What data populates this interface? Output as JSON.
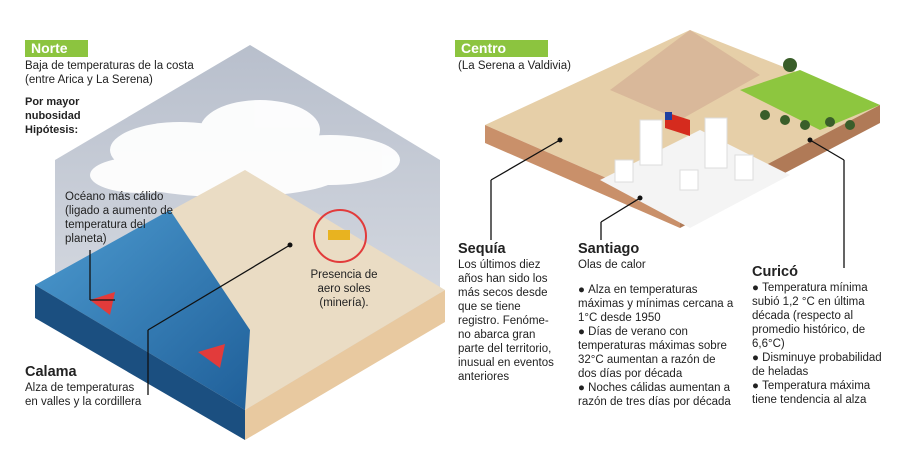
{
  "norte": {
    "tag": "Norte",
    "subtitle_1": "Baja de temperaturas de la costa",
    "subtitle_2": "(entre Arica y La Serena)",
    "hypothesis_1": "Por mayor",
    "hypothesis_2": "nubosidad",
    "hypothesis_3": "Hipótesis:",
    "ocean": [
      "Océano más cálido",
      "(ligado a aumento de",
      "temperatura del",
      "planeta)"
    ],
    "aerosols": [
      "Presencia de",
      "aero soles",
      "(minería)."
    ],
    "calama_title": "Calama",
    "calama": [
      "Alza de temperaturas",
      "en valles y la cordillera"
    ]
  },
  "centro": {
    "tag": "Centro",
    "subtitle": "(La Serena a Valdivia)",
    "sequia_title": "Sequía",
    "sequia": [
      "Los últimos diez",
      "años han sido los",
      "más secos desde",
      "que se tiene",
      "registro. Fenóme-",
      "no abarca gran",
      "parte del territorio,",
      "inusual en eventos",
      "anteriores"
    ],
    "santiago_title": "Santiago",
    "santiago_subtitle": "Olas de calor",
    "santiago_items": [
      "Alza en temperaturas máximas y mínimas cercana a 1°C desde 1950",
      "Días de verano con temperaturas máximas sobre 32°C aumentan a razón de dos días por década",
      "Noches cálidas aumentan a razón de tres días por década"
    ],
    "curico_title": "Curicó",
    "curico_items": [
      "Temperatura mínima subió 1,2 °C en última década (respecto al promedio histórico, de 6,6°C)",
      "Disminuye probabilidad de heladas",
      "Temperatura máxima tiene tendencia al alza"
    ]
  },
  "colors": {
    "tag": "#8cc43f",
    "sea": "#2f78b5",
    "sand": "#e6cfa8",
    "grass": "#8dc63f"
  }
}
